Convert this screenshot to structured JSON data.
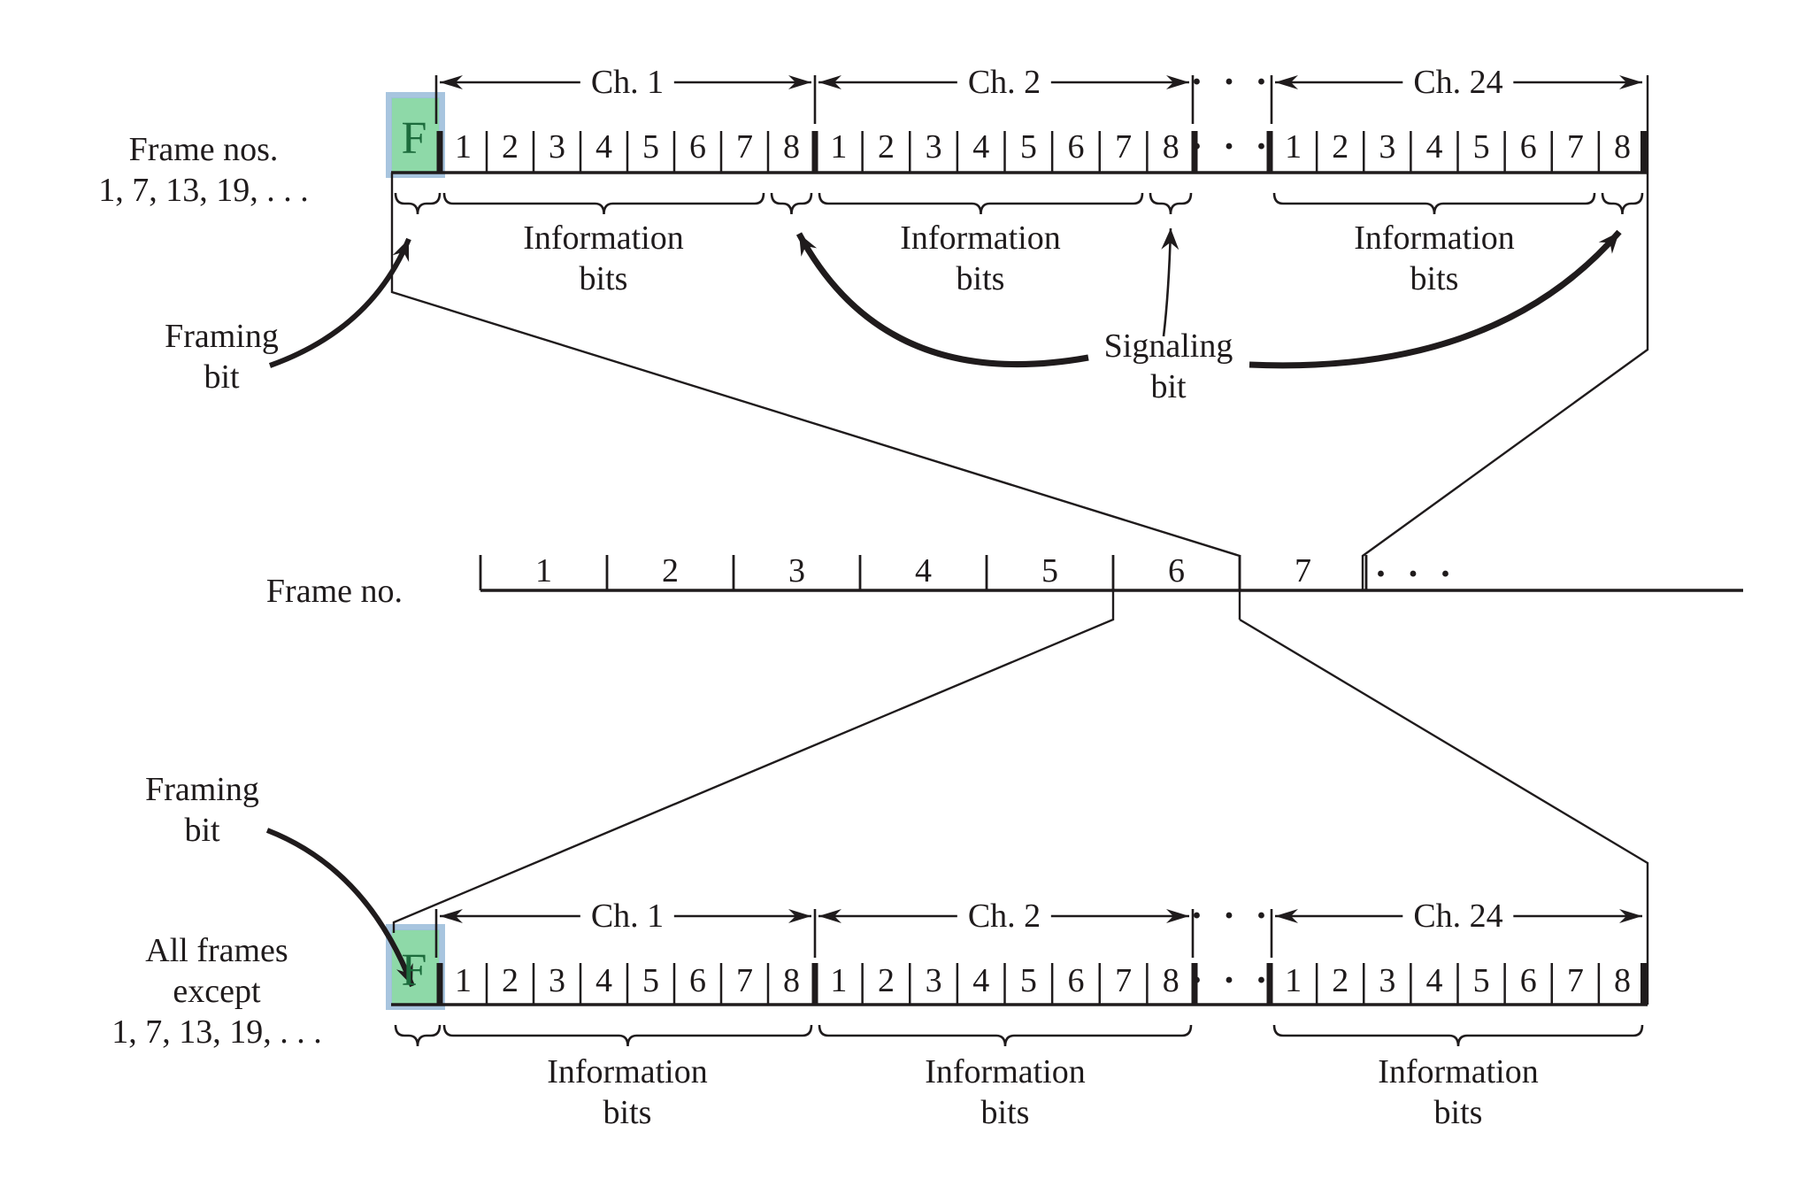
{
  "labels": {
    "frame_nos_line1": "Frame nos.",
    "frame_nos_line2": "1, 7, 13, 19, . . .",
    "framing_bit_line1": "Framing",
    "framing_bit_line2": "bit",
    "signaling_bit_line1": "Signaling",
    "signaling_bit_line2": "bit",
    "frame_no": "Frame no.",
    "all_frames_line1": "All frames",
    "all_frames_line2": "except",
    "all_frames_line3": "1, 7, 13, 19, . . .",
    "information_line1": "Information",
    "information_line2": "bits",
    "f_bit": "F",
    "dots": "· · ·"
  },
  "channels": [
    {
      "label": "Ch. 1"
    },
    {
      "label": "Ch. 2"
    },
    {
      "label": "Ch. 24"
    }
  ],
  "bits": [
    "1",
    "2",
    "3",
    "4",
    "5",
    "6",
    "7",
    "8"
  ],
  "frame_numbers": [
    "1",
    "2",
    "3",
    "4",
    "5",
    "6",
    "7"
  ],
  "colors": {
    "line": "#1f1b1c",
    "f_cell_fill": "#8ed9a8",
    "f_cell_border": "#9ebfdc",
    "f_letter": "#1c6b3c"
  }
}
